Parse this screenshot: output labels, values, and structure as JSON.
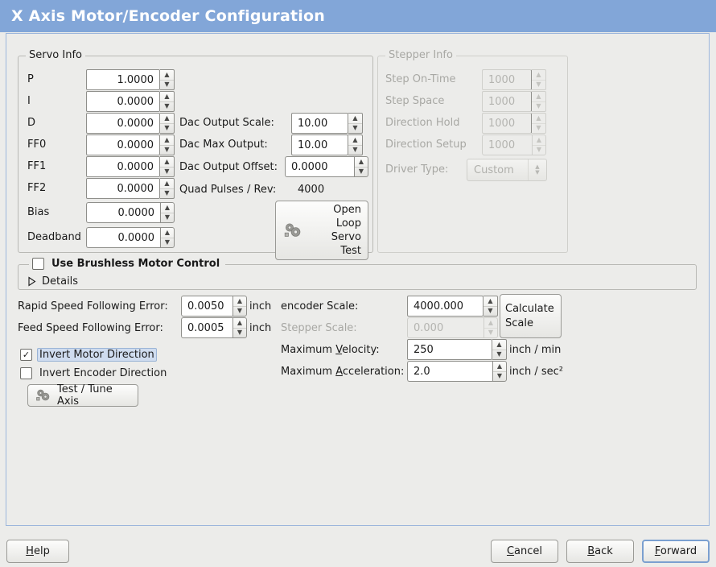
{
  "window": {
    "title": "X Axis Motor/Encoder Configuration",
    "title_bg": "#82a6d8",
    "title_fg": "#ffffff",
    "body_bg": "#ececea",
    "frame_border": "#9cb6dc"
  },
  "servo_info": {
    "legend": "Servo Info",
    "rows": [
      {
        "label": "P",
        "value": "1.0000"
      },
      {
        "label": "I",
        "value": "0.0000"
      },
      {
        "label": "D",
        "value": "0.0000"
      },
      {
        "label": "FF0",
        "value": "0.0000"
      },
      {
        "label": "FF1",
        "value": "0.0000"
      },
      {
        "label": "FF2",
        "value": "0.0000"
      },
      {
        "label": "Bias",
        "value": "0.0000"
      },
      {
        "label": "Deadband",
        "value": "0.0000"
      }
    ],
    "dac": [
      {
        "label": "Dac Output Scale:",
        "value": "10.00"
      },
      {
        "label": "Dac Max Output:",
        "value": "10.00"
      },
      {
        "label": "Dac Output Offset:",
        "value": "0.0000"
      }
    ],
    "quad_label": "Quad Pulses / Rev:",
    "quad_value": "4000",
    "open_loop_button": "Open\nLoop\nServo\nTest",
    "open_loop_lines": [
      "Open",
      "Loop",
      "Servo",
      "Test"
    ],
    "open_loop_icon": "gears-icon"
  },
  "stepper_info": {
    "legend": "Stepper Info",
    "disabled": true,
    "rows": [
      {
        "label": "Step On-Time",
        "value": "1000"
      },
      {
        "label": "Step Space",
        "value": "1000"
      },
      {
        "label": "Direction Hold",
        "value": "1000"
      },
      {
        "label": "Direction Setup",
        "value": "1000"
      }
    ],
    "driver_type_label": "Driver Type:",
    "driver_type_value": "Custom"
  },
  "brushless": {
    "checkbox_label": "Use Brushless Motor Control",
    "checked": false,
    "expander_label": "Details",
    "expanded": false
  },
  "tuning": {
    "rapid_following_error": {
      "label": "Rapid Speed Following Error:",
      "value": "0.0050",
      "unit": "inch"
    },
    "feed_following_error": {
      "label": "Feed Speed Following Error:",
      "value": "0.0005",
      "unit": "inch"
    },
    "invert_motor": {
      "label": "Invert Motor Direction",
      "checked": true,
      "focused": true
    },
    "invert_encoder": {
      "label": "Invert Encoder Direction",
      "checked": false,
      "focused": false
    },
    "test_tune_button": "Test / Tune Axis",
    "test_tune_icon": "gears-icon"
  },
  "scales": {
    "encoder_scale": {
      "label": "encoder Scale:",
      "value": "4000.000",
      "disabled": false
    },
    "stepper_scale": {
      "label": "Stepper Scale:",
      "value": "0.000",
      "disabled": true
    },
    "max_velocity": {
      "label_pre": "Maximum ",
      "label_key": "V",
      "label_post": "elocity:",
      "value": "250",
      "unit": "inch / min"
    },
    "max_accel": {
      "label_pre": "Maximum ",
      "label_key": "A",
      "label_post": "cceleration:",
      "value": "2.0",
      "unit": "inch / sec²"
    },
    "calculate_button_lines": [
      "Calculate",
      "Scale"
    ]
  },
  "actions": {
    "help": {
      "pre": "",
      "key": "H",
      "post": "elp"
    },
    "cancel": {
      "pre": "",
      "key": "C",
      "post": "ancel"
    },
    "back": {
      "pre": "",
      "key": "B",
      "post": "ack"
    },
    "forward": {
      "pre": "",
      "key": "F",
      "post": "orward",
      "focused": true
    }
  },
  "icons": {
    "spin_up": "▲",
    "spin_down": "▼",
    "check": "✓"
  }
}
